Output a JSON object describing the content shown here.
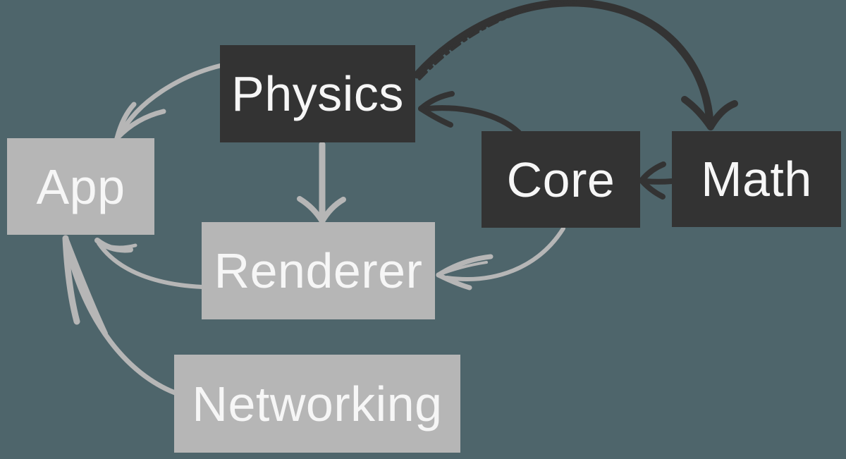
{
  "diagram": {
    "colors": {
      "background": "#4e656b",
      "dark_node": "#333333",
      "light_node": "#b6b6b6",
      "dark_arrow": "#333333",
      "light_arrow": "#b6b6b6",
      "text": "#f6f6f6"
    },
    "nodes": [
      {
        "id": "physics",
        "label": "Physics",
        "tone": "dark"
      },
      {
        "id": "app",
        "label": "App",
        "tone": "light"
      },
      {
        "id": "core",
        "label": "Core",
        "tone": "dark"
      },
      {
        "id": "math",
        "label": "Math",
        "tone": "dark"
      },
      {
        "id": "renderer",
        "label": "Renderer",
        "tone": "light"
      },
      {
        "id": "networking",
        "label": "Networking",
        "tone": "light"
      }
    ],
    "edges": [
      {
        "from": "physics",
        "to": "app",
        "tone": "light"
      },
      {
        "from": "renderer",
        "to": "app",
        "tone": "light"
      },
      {
        "from": "networking",
        "to": "app",
        "tone": "light"
      },
      {
        "from": "physics",
        "to": "renderer",
        "tone": "light"
      },
      {
        "from": "core",
        "to": "renderer",
        "tone": "light"
      },
      {
        "from": "core",
        "to": "physics",
        "tone": "dark"
      },
      {
        "from": "math",
        "to": "core",
        "tone": "dark"
      },
      {
        "from": "physics",
        "to": "math",
        "tone": "dark"
      }
    ]
  }
}
